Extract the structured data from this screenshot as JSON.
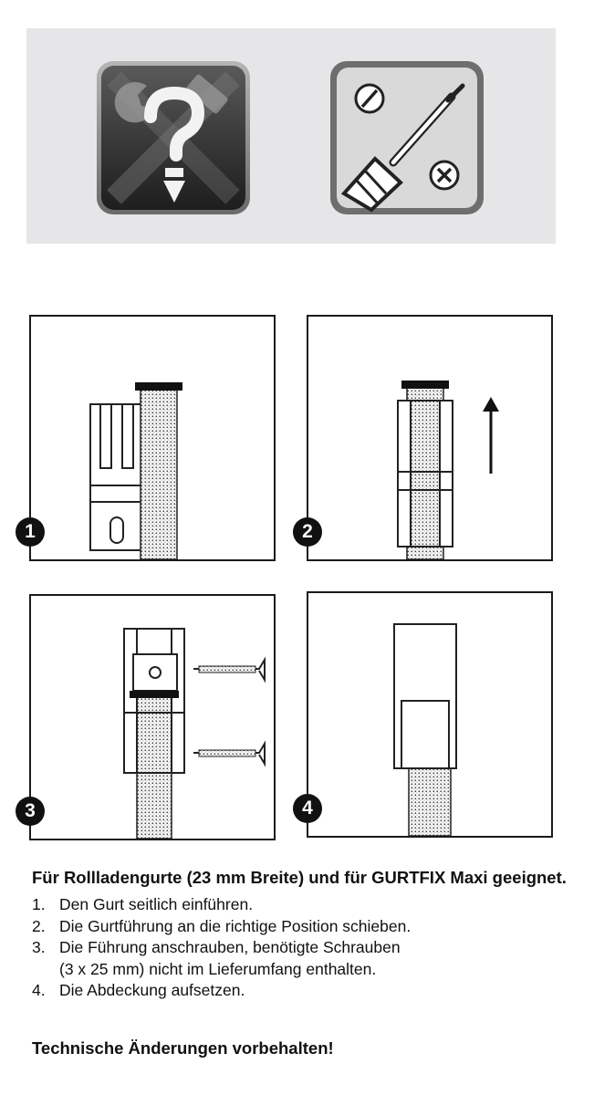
{
  "banner": {
    "icons": [
      "tools-question-icon",
      "screwdriver-icon"
    ]
  },
  "panels": [
    {
      "number": "1"
    },
    {
      "number": "2"
    },
    {
      "number": "3"
    },
    {
      "number": "4"
    }
  ],
  "description": {
    "headline": "Für Rollladengurte (23 mm Breite) und für GURTFIX Maxi geeignet.",
    "steps": [
      {
        "number": "1.",
        "text": "Den Gurt seitlich einführen."
      },
      {
        "number": "2.",
        "text": "Die Gurtführung an die richtige Position schieben."
      },
      {
        "number": "3.",
        "text": "Die Führung anschrauben, benötigte Schrauben",
        "continuation": "(3 x 25 mm) nicht im Lieferumfang enthalten."
      },
      {
        "number": "4.",
        "text": "Die Abdeckung aufsetzen."
      }
    ],
    "note": "Technische Änderungen vorbehalten!"
  }
}
